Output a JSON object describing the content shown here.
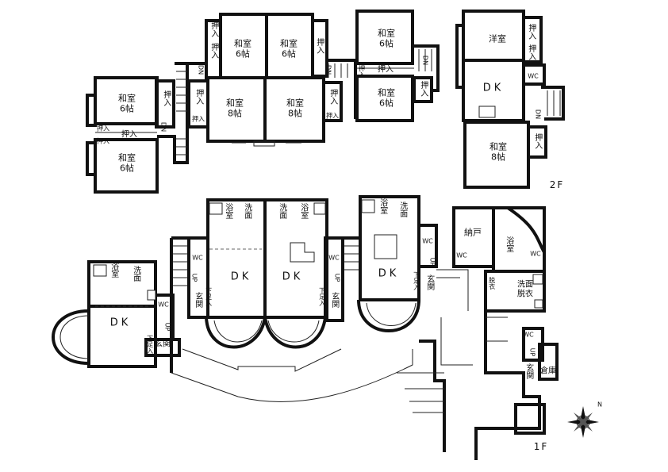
{
  "labels": {
    "washitsu_6": "和室\n6帖",
    "washitsu_8": "和室\n8帖",
    "yoshitsu": "洋室",
    "dk": "DK",
    "oshiire": "押入",
    "yokushitsu": "浴室",
    "senmen": "洗面",
    "senmen_datsui": "洗面\n脱衣",
    "nando": "納戸",
    "genkan": "玄関",
    "soko": "倉庫",
    "wc": "WC",
    "up": "UP",
    "dn": "DN",
    "shitabako": "下足入",
    "datsui": "脱衣"
  },
  "floors": {
    "second": "2F",
    "first": "1F"
  },
  "compass": {
    "north": "N"
  }
}
